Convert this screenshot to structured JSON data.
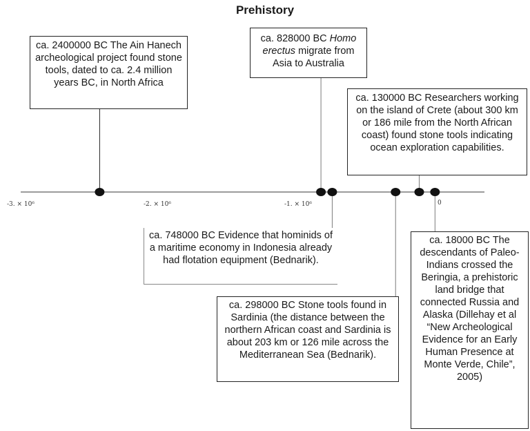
{
  "title": "Prehistory",
  "axis": {
    "ticks": [
      "-3. × 10⁶",
      "-2. × 10⁶",
      "-1. × 10⁶",
      "0"
    ],
    "colors": {
      "line": "#7a7a7a",
      "dot": "#111111"
    }
  },
  "events": [
    {
      "year": -2400000,
      "text": "ca. 2400000 BC The Ain Hanech archeological project found stone tools, dated to ca. 2.4 million years BC, in North Africa"
    },
    {
      "year": -828000,
      "pre": "ca. 828000 BC ",
      "em": "Homo erectus",
      "post": " migrate from Asia to Australia"
    },
    {
      "year": -748000,
      "text": "ca. 748000 BC  Evidence that hominids of a maritime economy in Indonesia already had flotation equipment (Bednarik)."
    },
    {
      "year": -298000,
      "text": "ca. 298000 BC  Stone tools found in Sardinia (the distance between the northern African coast and Sardinia is about 203 km or 126 mile across the Mediterranean Sea (Bednarik)."
    },
    {
      "year": -130000,
      "text": "ca. 130000 BC  Researchers working on the island of Crete (about 300 km or 186 mile from the North African coast) found stone tools indicating ocean exploration capabilities."
    },
    {
      "year": -18000,
      "text": "ca. 18000 BC  The descendants of Paleo-Indians crossed the Beringia, a prehistoric land bridge that connected Russia and Alaska (Dillehay et al “New Archeological Evidence for an Early Human Presence at Monte Verde, Chile”, 2005)"
    }
  ]
}
